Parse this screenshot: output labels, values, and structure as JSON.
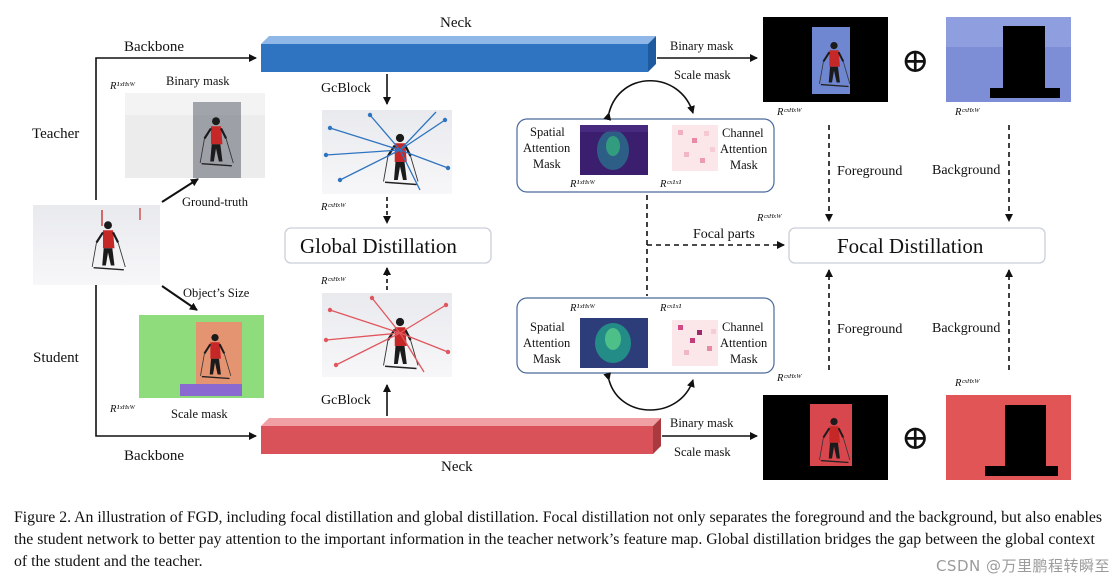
{
  "labels": {
    "neck_top": "Neck",
    "neck_bottom": "Neck",
    "backbone_top": "Backbone",
    "backbone_bottom": "Backbone",
    "teacher": "Teacher",
    "student": "Student",
    "binary_mask_small": "Binary mask",
    "ground_truth": "Ground-truth",
    "objects_size": "Object’s Size",
    "scale_mask_small": "Scale mask",
    "gcblock_top": "GcBlock",
    "gcblock_bottom": "GcBlock",
    "global_distillation": "Global Distillation",
    "focal_distillation": "Focal Distillation",
    "focal_parts": "Focal parts",
    "binary_mask_top": "Binary mask",
    "scale_mask_top": "Scale mask",
    "binary_mask_bottom": "Binary mask",
    "scale_mask_bottom": "Scale mask",
    "foreground_top": "Foreground",
    "background_top": "Background",
    "foreground_bottom": "Foreground",
    "background_bottom": "Background",
    "spatial_1": "Spatial",
    "attention_1": "Attention",
    "mask_1": "Mask",
    "channel_1": "Channel",
    "attention_2": "Attention",
    "mask_2": "Mask",
    "spatial_3": "Spatial",
    "attention_3": "Attention",
    "mask_3": "Mask",
    "channel_3": "Channel",
    "attention_4": "Attention",
    "mask_4": "Mask",
    "oplus_top": "⊕",
    "oplus_bottom": "⊕"
  },
  "math": {
    "r_1hw": "R¹ˣᴴˣᵂ",
    "r_chw": "Rᶜˣᴴˣᵂ",
    "r_c11": "Rᶜˣ¹ˣ¹"
  },
  "caption": "Figure 2. An illustration of FGD, including focal distillation and global distillation. Focal distillation not only separates the foreground and the background, but also enables the student network to better pay attention to the important information in the teacher network’s feature map. Global distillation bridges the gap between the global context of the student and the teacher.",
  "watermark": "CSDN @万里鹏程转瞬至",
  "colors": {
    "teacher_blue": "#2f74c0",
    "student_red": "#d9525a",
    "teacher_bg": "#7d8ed6",
    "student_bg": "#e25556"
  }
}
